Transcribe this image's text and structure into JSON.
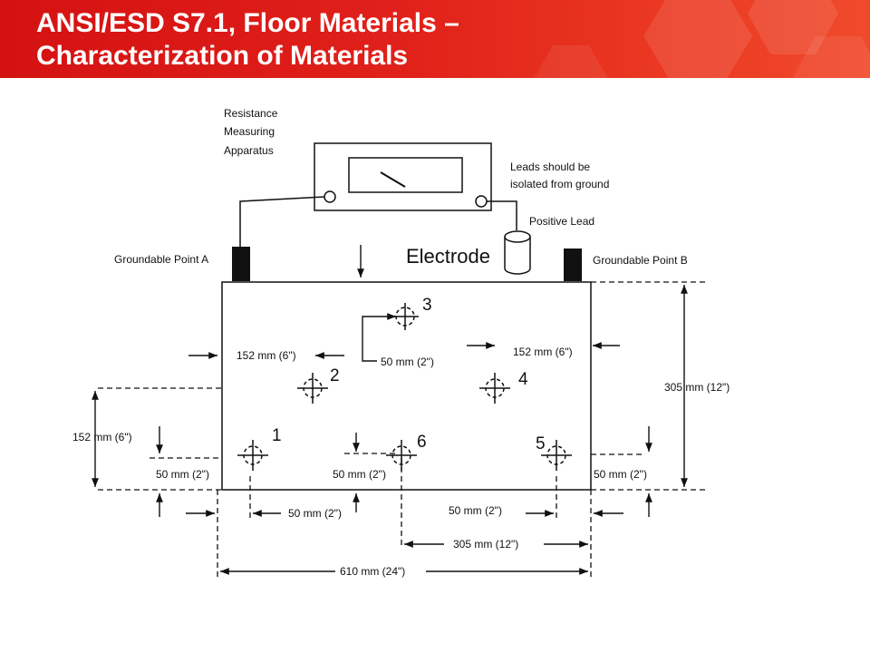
{
  "title": {
    "line1": "ANSI/ESD S7.1, Floor Materials –",
    "line2": "Characterization of Materials"
  },
  "diagram": {
    "meter_label": [
      "Resistance",
      "Measuring",
      "Apparatus"
    ],
    "leads_note": [
      "Leads should be",
      "isolated from ground"
    ],
    "positive_lead": "Positive Lead",
    "electrode": "Electrode",
    "point_a": "Groundable Point A",
    "point_b": "Groundable Point B",
    "test_points": [
      "1",
      "2",
      "3",
      "4",
      "5",
      "6"
    ],
    "dims": {
      "d152_left": "152 mm (6\")",
      "d50_p3": "50 mm (2\")",
      "d152_right": "152 mm (6\")",
      "d305_height": "305 mm (12\")",
      "d152_side": "152 mm (6\")",
      "d50_left_bottom": "50 mm (2\")",
      "d50_p6": "50 mm (2\")",
      "d50_right_bottom": "50 mm (2\")",
      "d50_bottom_left": "50 mm (2\")",
      "d50_bottom_right": "50 mm (2\")",
      "d305_width": "305 mm (12\")",
      "d610_width": "610 mm (24\")"
    }
  },
  "colors": {
    "banner": "#e0201a",
    "ink": "#111111"
  }
}
